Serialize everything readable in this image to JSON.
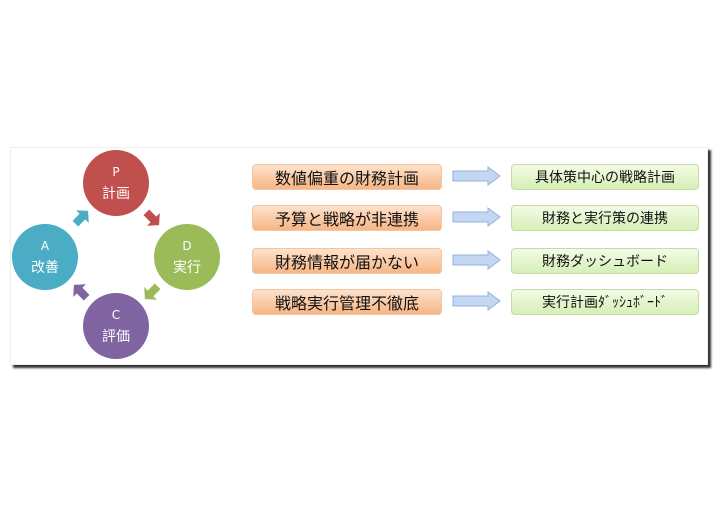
{
  "cycle": [
    {
      "letter": "P",
      "label": "計画",
      "color": "#c0504d"
    },
    {
      "letter": "D",
      "label": "実行",
      "color": "#9bbb59"
    },
    {
      "letter": "C",
      "label": "評価",
      "color": "#8064a2"
    },
    {
      "letter": "A",
      "label": "改善",
      "color": "#4bacc6"
    }
  ],
  "rows": [
    {
      "problem": "数値偏重の財務計画",
      "solution": "具体策中心の戦略計画"
    },
    {
      "problem": "予算と戦略が非連携",
      "solution": "財務と実行策の連携"
    },
    {
      "problem": "財務情報が届かない",
      "solution": "財務ダッシュボード"
    },
    {
      "problem": "戦略実行管理不徹底",
      "solution": "実行計画ﾀﾞｯｼｭﾎﾞｰﾄﾞ"
    }
  ],
  "colors": {
    "arrow": "#a9c4ea",
    "problem_box": "#f7b684",
    "solution_box": "#d6efb6"
  }
}
